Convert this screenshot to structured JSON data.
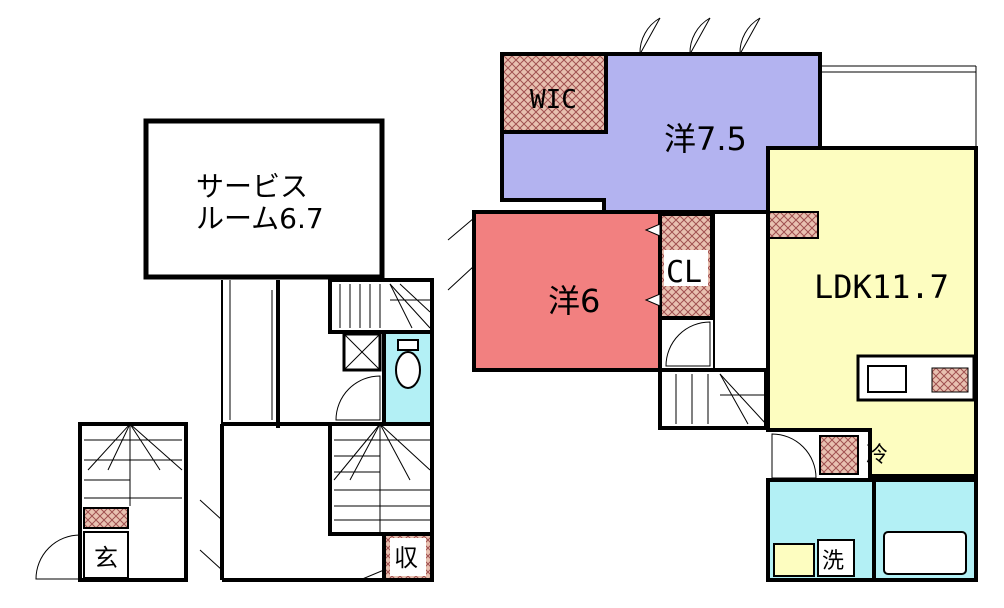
{
  "rooms": {
    "service_room": {
      "line1": "サービス",
      "line2": "ルーム6.7"
    },
    "western_75": {
      "label": "洋7.5"
    },
    "western_6": {
      "label": "洋6"
    },
    "wic": {
      "label": "WIC"
    },
    "closet": {
      "label": "CL"
    },
    "ldk": {
      "label": "LDK11.7"
    },
    "entrance": {
      "label": "玄"
    },
    "storage": {
      "label": "収"
    },
    "fridge": {
      "label": "冷"
    },
    "washer": {
      "label": "洗"
    }
  },
  "colors": {
    "western_75": "#b3b3f0",
    "western_6": "#f28080",
    "ldk": "#fdfdc0",
    "wet_area": "#b3f0f5",
    "storage_hatch": "#e6b8a8",
    "wall": "#000000"
  }
}
